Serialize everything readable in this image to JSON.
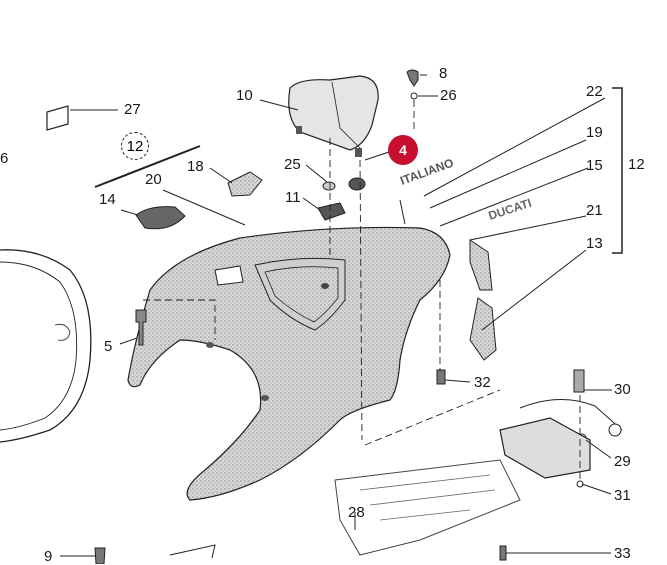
{
  "callouts": [
    "27",
    "10",
    "8",
    "26",
    "22",
    "12",
    "19",
    "15",
    "25",
    "18",
    "20",
    "11",
    "14",
    "21",
    "13",
    "5",
    "32",
    "30",
    "29",
    "31",
    "28",
    "9",
    "33",
    "6"
  ],
  "circled_callout": "12",
  "highlight_callout": "4",
  "decal_texts": [
    "ITALIANO",
    "DUCATI"
  ],
  "colors": {
    "highlight": "#c8102e",
    "stipple": "#bdbdbd",
    "line": "#222222"
  }
}
